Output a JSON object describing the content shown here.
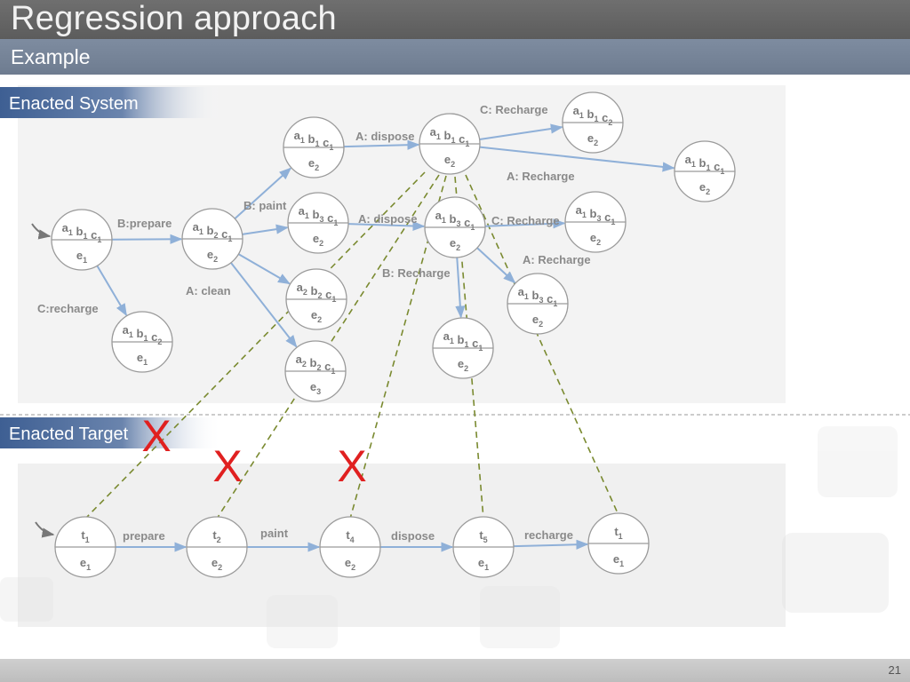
{
  "title": "Regression approach",
  "subtitle": "Example",
  "page_number": "21",
  "sections": {
    "enacted_system": "Enacted System",
    "enacted_target": "Enacted Target"
  },
  "reject_mark": "X",
  "colors": {
    "edge": "#8fb0d8",
    "match": "#7a8a30",
    "reject": "#e02020",
    "node_stroke": "#9a9a9a"
  },
  "system_nodes": [
    {
      "id": "s0",
      "top": [
        [
          "a",
          "1"
        ],
        [
          "b",
          "1"
        ],
        [
          "c",
          "1"
        ]
      ],
      "bottom": [
        "e",
        "1"
      ]
    },
    {
      "id": "s1",
      "top": [
        [
          "a",
          "1"
        ],
        [
          "b",
          "1"
        ],
        [
          "c",
          "2"
        ]
      ],
      "bottom": [
        "e",
        "1"
      ]
    },
    {
      "id": "s2",
      "top": [
        [
          "a",
          "1"
        ],
        [
          "b",
          "2"
        ],
        [
          "c",
          "1"
        ]
      ],
      "bottom": [
        "e",
        "2"
      ]
    },
    {
      "id": "s3",
      "top": [
        [
          "a",
          "1"
        ],
        [
          "b",
          "1"
        ],
        [
          "c",
          "1"
        ]
      ],
      "bottom": [
        "e",
        "2"
      ]
    },
    {
      "id": "s4",
      "top": [
        [
          "a",
          "1"
        ],
        [
          "b",
          "3"
        ],
        [
          "c",
          "1"
        ]
      ],
      "bottom": [
        "e",
        "2"
      ]
    },
    {
      "id": "s5",
      "top": [
        [
          "a",
          "2"
        ],
        [
          "b",
          "2"
        ],
        [
          "c",
          "1"
        ]
      ],
      "bottom": [
        "e",
        "2"
      ]
    },
    {
      "id": "s6",
      "top": [
        [
          "a",
          "2"
        ],
        [
          "b",
          "2"
        ],
        [
          "c",
          "1"
        ]
      ],
      "bottom": [
        "e",
        "3"
      ]
    },
    {
      "id": "s7",
      "top": [
        [
          "a",
          "1"
        ],
        [
          "b",
          "1"
        ],
        [
          "c",
          "1"
        ]
      ],
      "bottom": [
        "e",
        "2"
      ]
    },
    {
      "id": "s8",
      "top": [
        [
          "a",
          "1"
        ],
        [
          "b",
          "3"
        ],
        [
          "c",
          "1"
        ]
      ],
      "bottom": [
        "e",
        "2"
      ]
    },
    {
      "id": "s9",
      "top": [
        [
          "a",
          "1"
        ],
        [
          "b",
          "1"
        ],
        [
          "c",
          "2"
        ]
      ],
      "bottom": [
        "e",
        "2"
      ]
    },
    {
      "id": "s10",
      "top": [
        [
          "a",
          "1"
        ],
        [
          "b",
          "1"
        ],
        [
          "c",
          "1"
        ]
      ],
      "bottom": [
        "e",
        "2"
      ]
    },
    {
      "id": "s11",
      "top": [
        [
          "a",
          "1"
        ],
        [
          "b",
          "3"
        ],
        [
          "c",
          "1"
        ]
      ],
      "bottom": [
        "e",
        "2"
      ]
    },
    {
      "id": "s12",
      "top": [
        [
          "a",
          "1"
        ],
        [
          "b",
          "3"
        ],
        [
          "c",
          "1"
        ]
      ],
      "bottom": [
        "e",
        "2"
      ]
    },
    {
      "id": "s13",
      "top": [
        [
          "a",
          "1"
        ],
        [
          "b",
          "1"
        ],
        [
          "c",
          "1"
        ]
      ],
      "bottom": [
        "e",
        "2"
      ]
    }
  ],
  "system_edges": [
    {
      "from": "s0",
      "to": "s2",
      "label": "B:prepare"
    },
    {
      "from": "s0",
      "to": "s1",
      "label": "C:recharge"
    },
    {
      "from": "s2",
      "to": "s3",
      "label": "B: paint"
    },
    {
      "from": "s2",
      "to": "s4",
      "label": ""
    },
    {
      "from": "s2",
      "to": "s5",
      "label": "A: clean"
    },
    {
      "from": "s2",
      "to": "s6",
      "label": ""
    },
    {
      "from": "s3",
      "to": "s7",
      "label": "A: dispose"
    },
    {
      "from": "s4",
      "to": "s8",
      "label": "A: dispose"
    },
    {
      "from": "s7",
      "to": "s9",
      "label": "C: Recharge"
    },
    {
      "from": "s7",
      "to": "s10",
      "label": "A: Recharge"
    },
    {
      "from": "s8",
      "to": "s11",
      "label": "C: Recharge"
    },
    {
      "from": "s8",
      "to": "s12",
      "label": "A: Recharge"
    },
    {
      "from": "s8",
      "to": "s13",
      "label": "B: Recharge"
    }
  ],
  "target_nodes": [
    {
      "id": "t0",
      "top": [
        [
          "t",
          "1"
        ]
      ],
      "bottom": [
        "e",
        "1"
      ]
    },
    {
      "id": "t1",
      "top": [
        [
          "t",
          "2"
        ]
      ],
      "bottom": [
        "e",
        "2"
      ]
    },
    {
      "id": "t2",
      "top": [
        [
          "t",
          "4"
        ]
      ],
      "bottom": [
        "e",
        "2"
      ]
    },
    {
      "id": "t3",
      "top": [
        [
          "t",
          "5"
        ]
      ],
      "bottom": [
        "e",
        "1"
      ]
    },
    {
      "id": "t4",
      "top": [
        [
          "t",
          "1"
        ]
      ],
      "bottom": [
        "e",
        "1"
      ]
    }
  ],
  "target_edges": [
    {
      "from": "t0",
      "to": "t1",
      "label": "prepare"
    },
    {
      "from": "t1",
      "to": "t2",
      "label": "paint"
    },
    {
      "from": "t2",
      "to": "t3",
      "label": "dispose"
    },
    {
      "from": "t3",
      "to": "t4",
      "label": "recharge"
    }
  ],
  "match_lines": [
    {
      "from": "s7",
      "to": "t0",
      "rejected": true
    },
    {
      "from": "s7",
      "to": "t1",
      "rejected": true
    },
    {
      "from": "s7",
      "to": "t2",
      "rejected": true
    },
    {
      "from": "s7",
      "to": "t3",
      "rejected": false
    },
    {
      "from": "s7",
      "to": "t4",
      "rejected": false
    }
  ]
}
